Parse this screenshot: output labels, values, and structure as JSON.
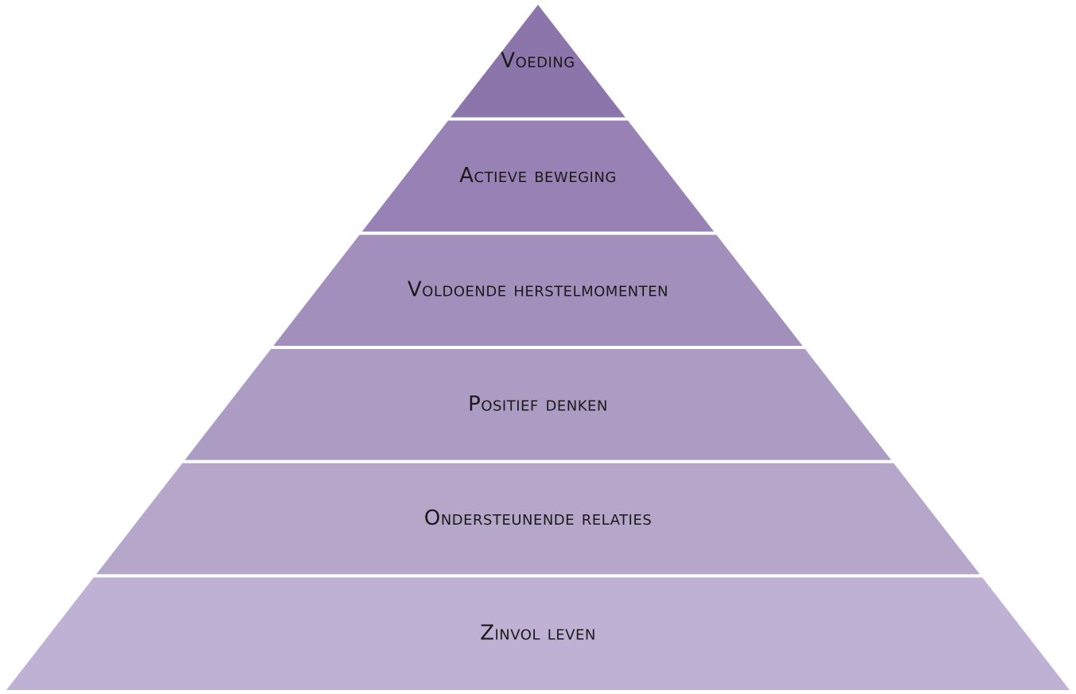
{
  "diagram": {
    "type": "pyramid",
    "levels": [
      {
        "label": "Voeding",
        "color": "#8c75ab"
      },
      {
        "label": "Actieve beweging",
        "color": "#9882b5"
      },
      {
        "label": "Voldoende herstelmomenten",
        "color": "#a38fbc"
      },
      {
        "label": "Positief denken",
        "color": "#ac9bc2"
      },
      {
        "label": "Ondersteunende relaties",
        "color": "#b6a7ca"
      },
      {
        "label": "Zinvol leven",
        "color": "#bfb1d4"
      }
    ]
  }
}
